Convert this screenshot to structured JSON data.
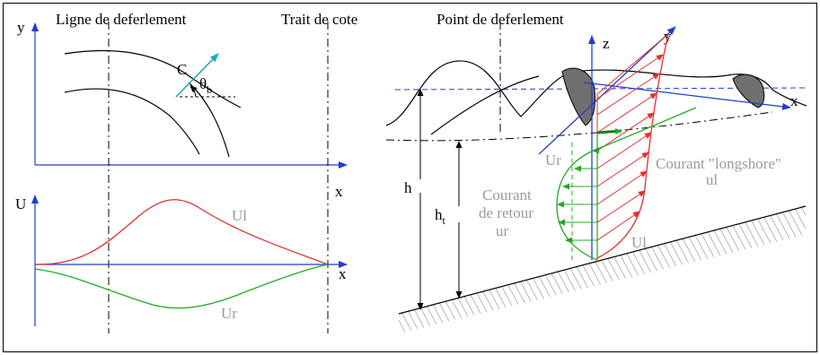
{
  "left_top": {
    "title_breaking_line": "Ligne de deferlement",
    "title_shoreline": "Trait de cote",
    "axis_y": "y",
    "axis_x": "x",
    "celerity": "C",
    "angle": "θ",
    "angle_sub": "b"
  },
  "left_bottom": {
    "axis_u": "U",
    "axis_x": "x",
    "curve_ul": "Ul",
    "curve_ur": "Ur"
  },
  "right": {
    "title_breaking_point": "Point de deferlement",
    "axis_z": "z",
    "axis_y": "y",
    "axis_x": "x",
    "depth_h": "h",
    "depth_ht": "h",
    "depth_ht_sub": "t",
    "label_ur": "Ur",
    "label_ul": "Ul",
    "courant_retour_1": "Courant",
    "courant_retour_2": "de retour",
    "courant_retour_3": "ur",
    "courant_longshore_1": "Courant \"longshore\"",
    "courant_longshore_2": "ul"
  },
  "colors": {
    "axis_blue": "#1f3fcf",
    "longshore_red": "#e23030",
    "return_green": "#22a822",
    "wave_teal": "#1aa7b8",
    "label_grey": "#9a9a9a",
    "breaker_grey": "#707070"
  }
}
